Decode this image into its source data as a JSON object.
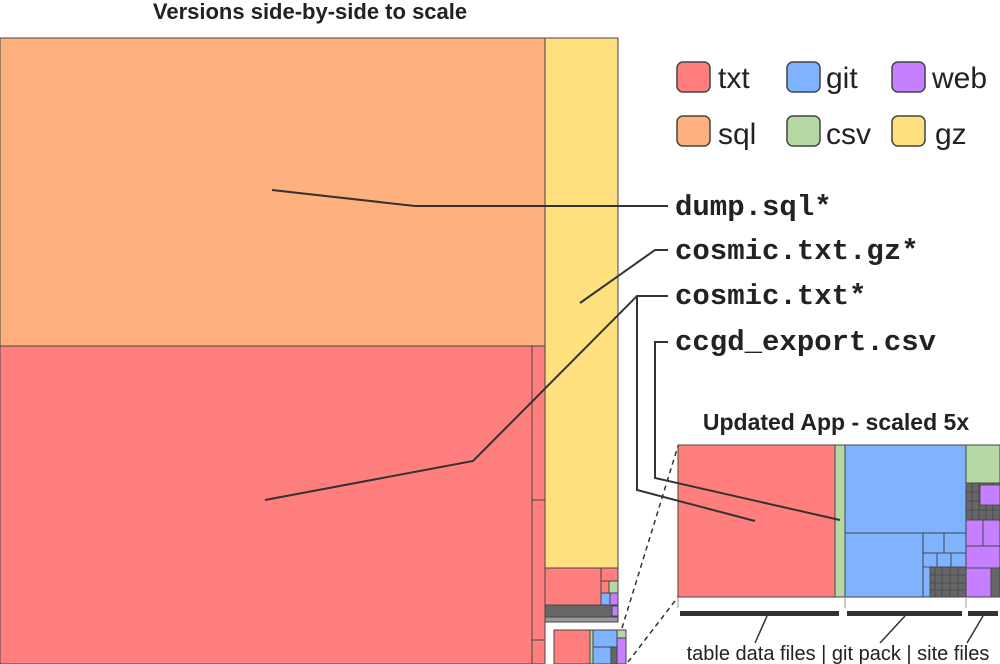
{
  "titles": {
    "main": "Versions side-by-side to scale",
    "inset": "Updated App - scaled 5x"
  },
  "legend": [
    {
      "label": "txt",
      "color": "#ff7f7f"
    },
    {
      "label": "git",
      "color": "#7fb2ff"
    },
    {
      "label": "web",
      "color": "#c57fff"
    },
    {
      "label": "sql",
      "color": "#ffb07f"
    },
    {
      "label": "csv",
      "color": "#b5d8a4"
    },
    {
      "label": "gz",
      "color": "#ffe07f"
    }
  ],
  "files": {
    "dump_sql": "dump.sql*",
    "cosmic_gz": "cosmic.txt.gz*",
    "cosmic_txt": "cosmic.txt*",
    "ccgd_csv": "ccgd_export.csv"
  },
  "bracket_caption": "table data files | git pack | site files",
  "colors": {
    "txt": "#ff7f7f",
    "git": "#7fb2ff",
    "web": "#c57fff",
    "sql": "#ffb07f",
    "csv": "#b5d8a4",
    "gz": "#ffe07f",
    "other": "#666666",
    "line": "#333333"
  }
}
